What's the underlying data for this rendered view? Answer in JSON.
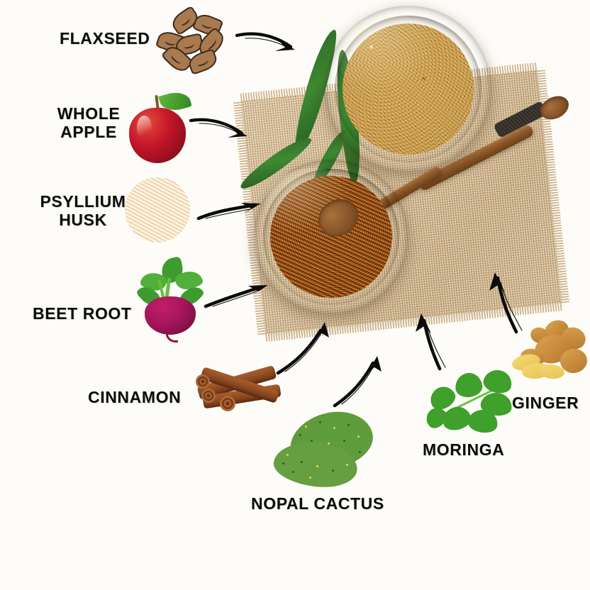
{
  "page": {
    "background_color": "#FDFCF8",
    "title": "Fiber Supplement Ingredients Infographic",
    "label_color": "#0B0B0B"
  },
  "ingredients": [
    {
      "id": "flaxseed",
      "label": "FLAXSEED",
      "icon": "flaxseed-icon",
      "color": "#A9794F",
      "arrow": "curved-arrow-right"
    },
    {
      "id": "whole-apple",
      "label": "WHOLE\nAPPLE",
      "icon": "apple-icon",
      "color": "#C3152A",
      "arrow": "curved-arrow-right"
    },
    {
      "id": "psyllium-husk",
      "label": "PSYLLIUM\nHUSK",
      "icon": "psyllium-husk-icon",
      "color": "#E5D2B4",
      "arrow": "curved-arrow-right"
    },
    {
      "id": "beet-root",
      "label": "BEET ROOT",
      "icon": "beet-root-icon",
      "color": "#A5155A",
      "arrow": "curved-arrow-right"
    },
    {
      "id": "cinnamon",
      "label": "CINNAMON",
      "icon": "cinnamon-icon",
      "color": "#8E4A22",
      "arrow": "curved-arrow-up-right"
    },
    {
      "id": "nopal-cactus",
      "label": "NOPAL CACTUS",
      "icon": "nopal-cactus-icon",
      "color": "#5F9C3C",
      "arrow": "curved-arrow-up-right"
    },
    {
      "id": "moringa",
      "label": "MORINGA",
      "icon": "moringa-icon",
      "color": "#3FA02B",
      "arrow": "curved-arrow-up"
    },
    {
      "id": "ginger",
      "label": "GINGER",
      "icon": "ginger-icon",
      "color": "#D9A24E",
      "arrow": "curved-arrow-up-left"
    }
  ],
  "photo": {
    "name": "flaxseed-bowls-photo",
    "bowls": [
      {
        "id": "ground-flaxseed-bowl",
        "contents": "ground flaxseed meal",
        "bowl_color": "#8B5A2B",
        "contents_color": "#AD8A57"
      },
      {
        "id": "whole-flaxseed-bowl",
        "contents": "whole flaxseeds",
        "bowl_color": "#8B5A2B",
        "contents_color": "#8A5A30"
      }
    ],
    "props": [
      {
        "id": "burlap-mat",
        "color": "#D9C196"
      },
      {
        "id": "bamboo-leaves",
        "color": "#3F8A33"
      },
      {
        "id": "wooden-spoon-large",
        "color": "#8A5628"
      },
      {
        "id": "wooden-spoon-small",
        "color": "#7C4C22"
      }
    ]
  }
}
